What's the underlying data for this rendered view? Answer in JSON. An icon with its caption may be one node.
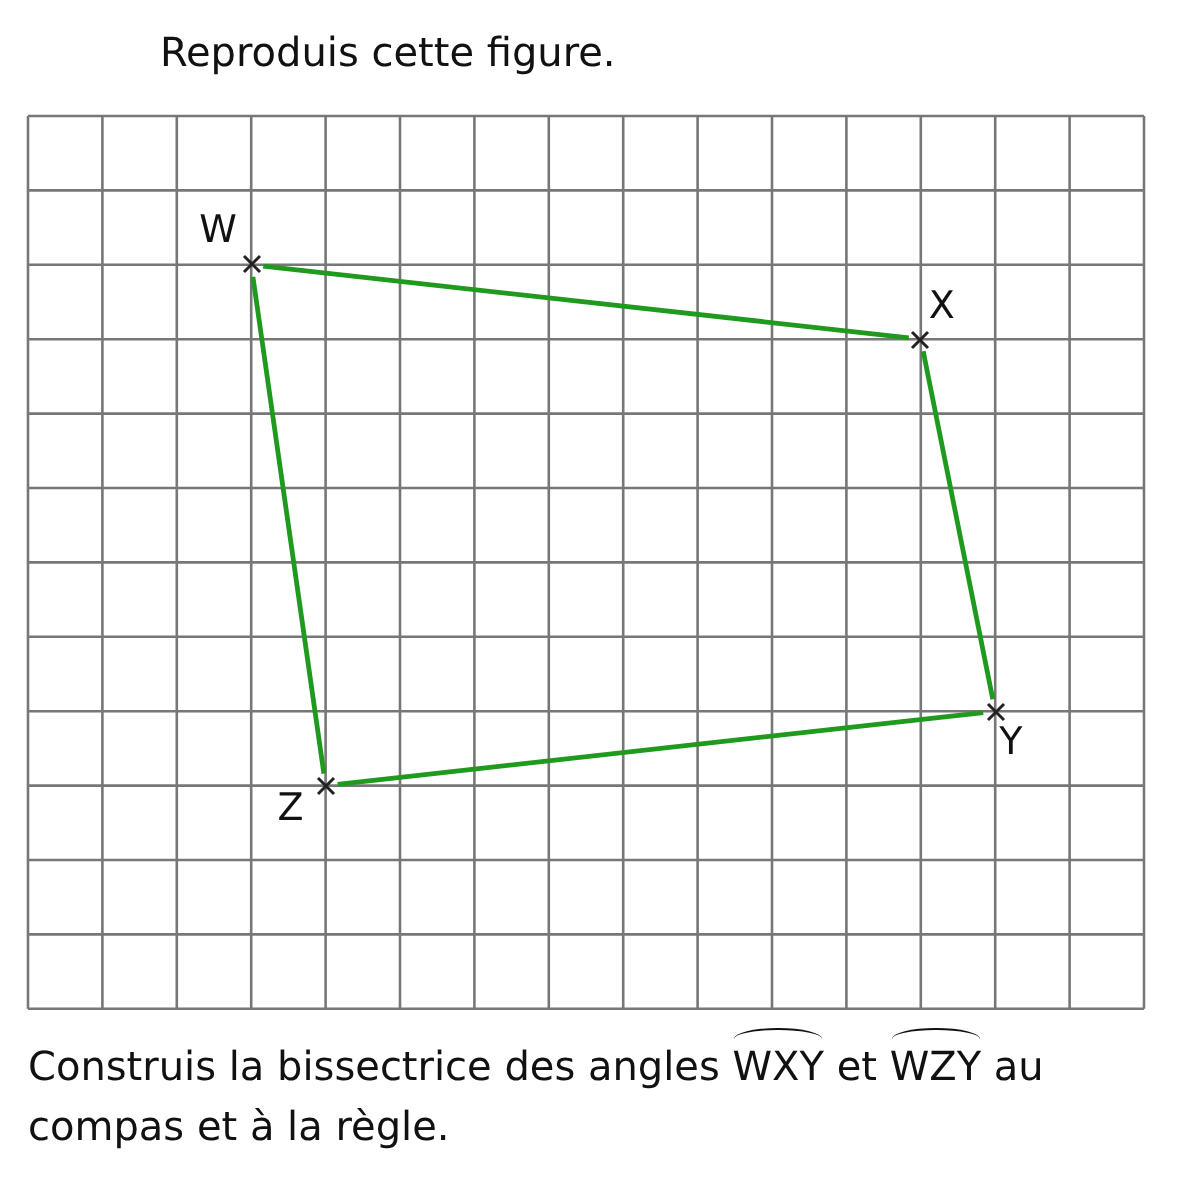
{
  "diagram": {
    "title": "Reproduis cette figure.",
    "caption": "Construis la bissectrice des angles WXY et WZY au compas et à la règle.",
    "nodes": [
      {
        "text": [
          "W"
        ]
      },
      {
        "text": [
          "X"
        ]
      },
      {
        "text": [
          "Y"
        ]
      },
      {
        "text": [
          "Z"
        ]
      }
    ],
    "edges": [
      {
        "from": 0,
        "to": 1,
        "arrow": "none"
      },
      {
        "from": 1,
        "to": 2,
        "arrow": "none"
      },
      {
        "from": 2,
        "to": 3,
        "arrow": "none"
      },
      {
        "from": 3,
        "to": 0,
        "arrow": "none"
      }
    ]
  }
}
